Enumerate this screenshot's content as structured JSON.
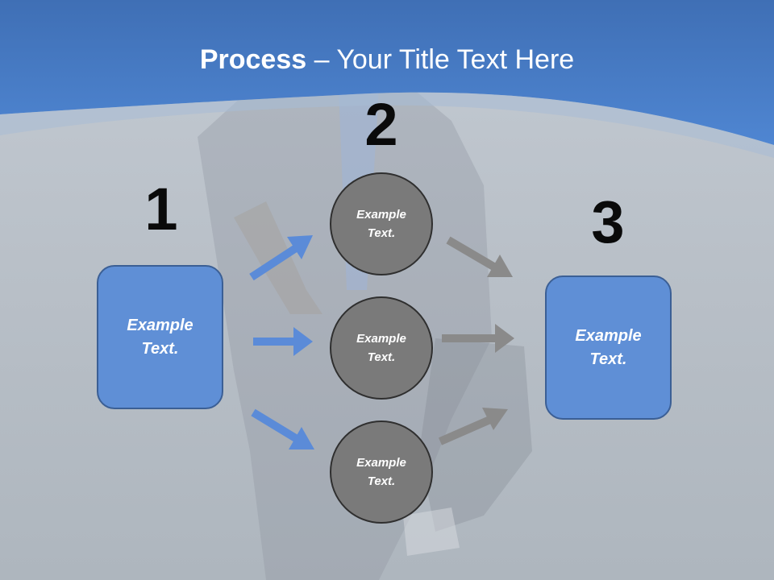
{
  "slide": {
    "title_bold": "Process",
    "title_rest": " – Your Title Text Here",
    "steps": [
      {
        "number": "1",
        "label": "Example\nText."
      },
      {
        "number": "2",
        "items": [
          "Example\nText.",
          "Example\nText.",
          "Example\nText."
        ]
      },
      {
        "number": "3",
        "label": "Example\nText."
      }
    ]
  },
  "colors": {
    "header_blue": "#4a7ec9",
    "box_fill": "#5f8fd6",
    "circle_fill": "#7a7a7a",
    "blue_arrow": "#5b8bd8",
    "gray_arrow": "#8a8a8a"
  }
}
